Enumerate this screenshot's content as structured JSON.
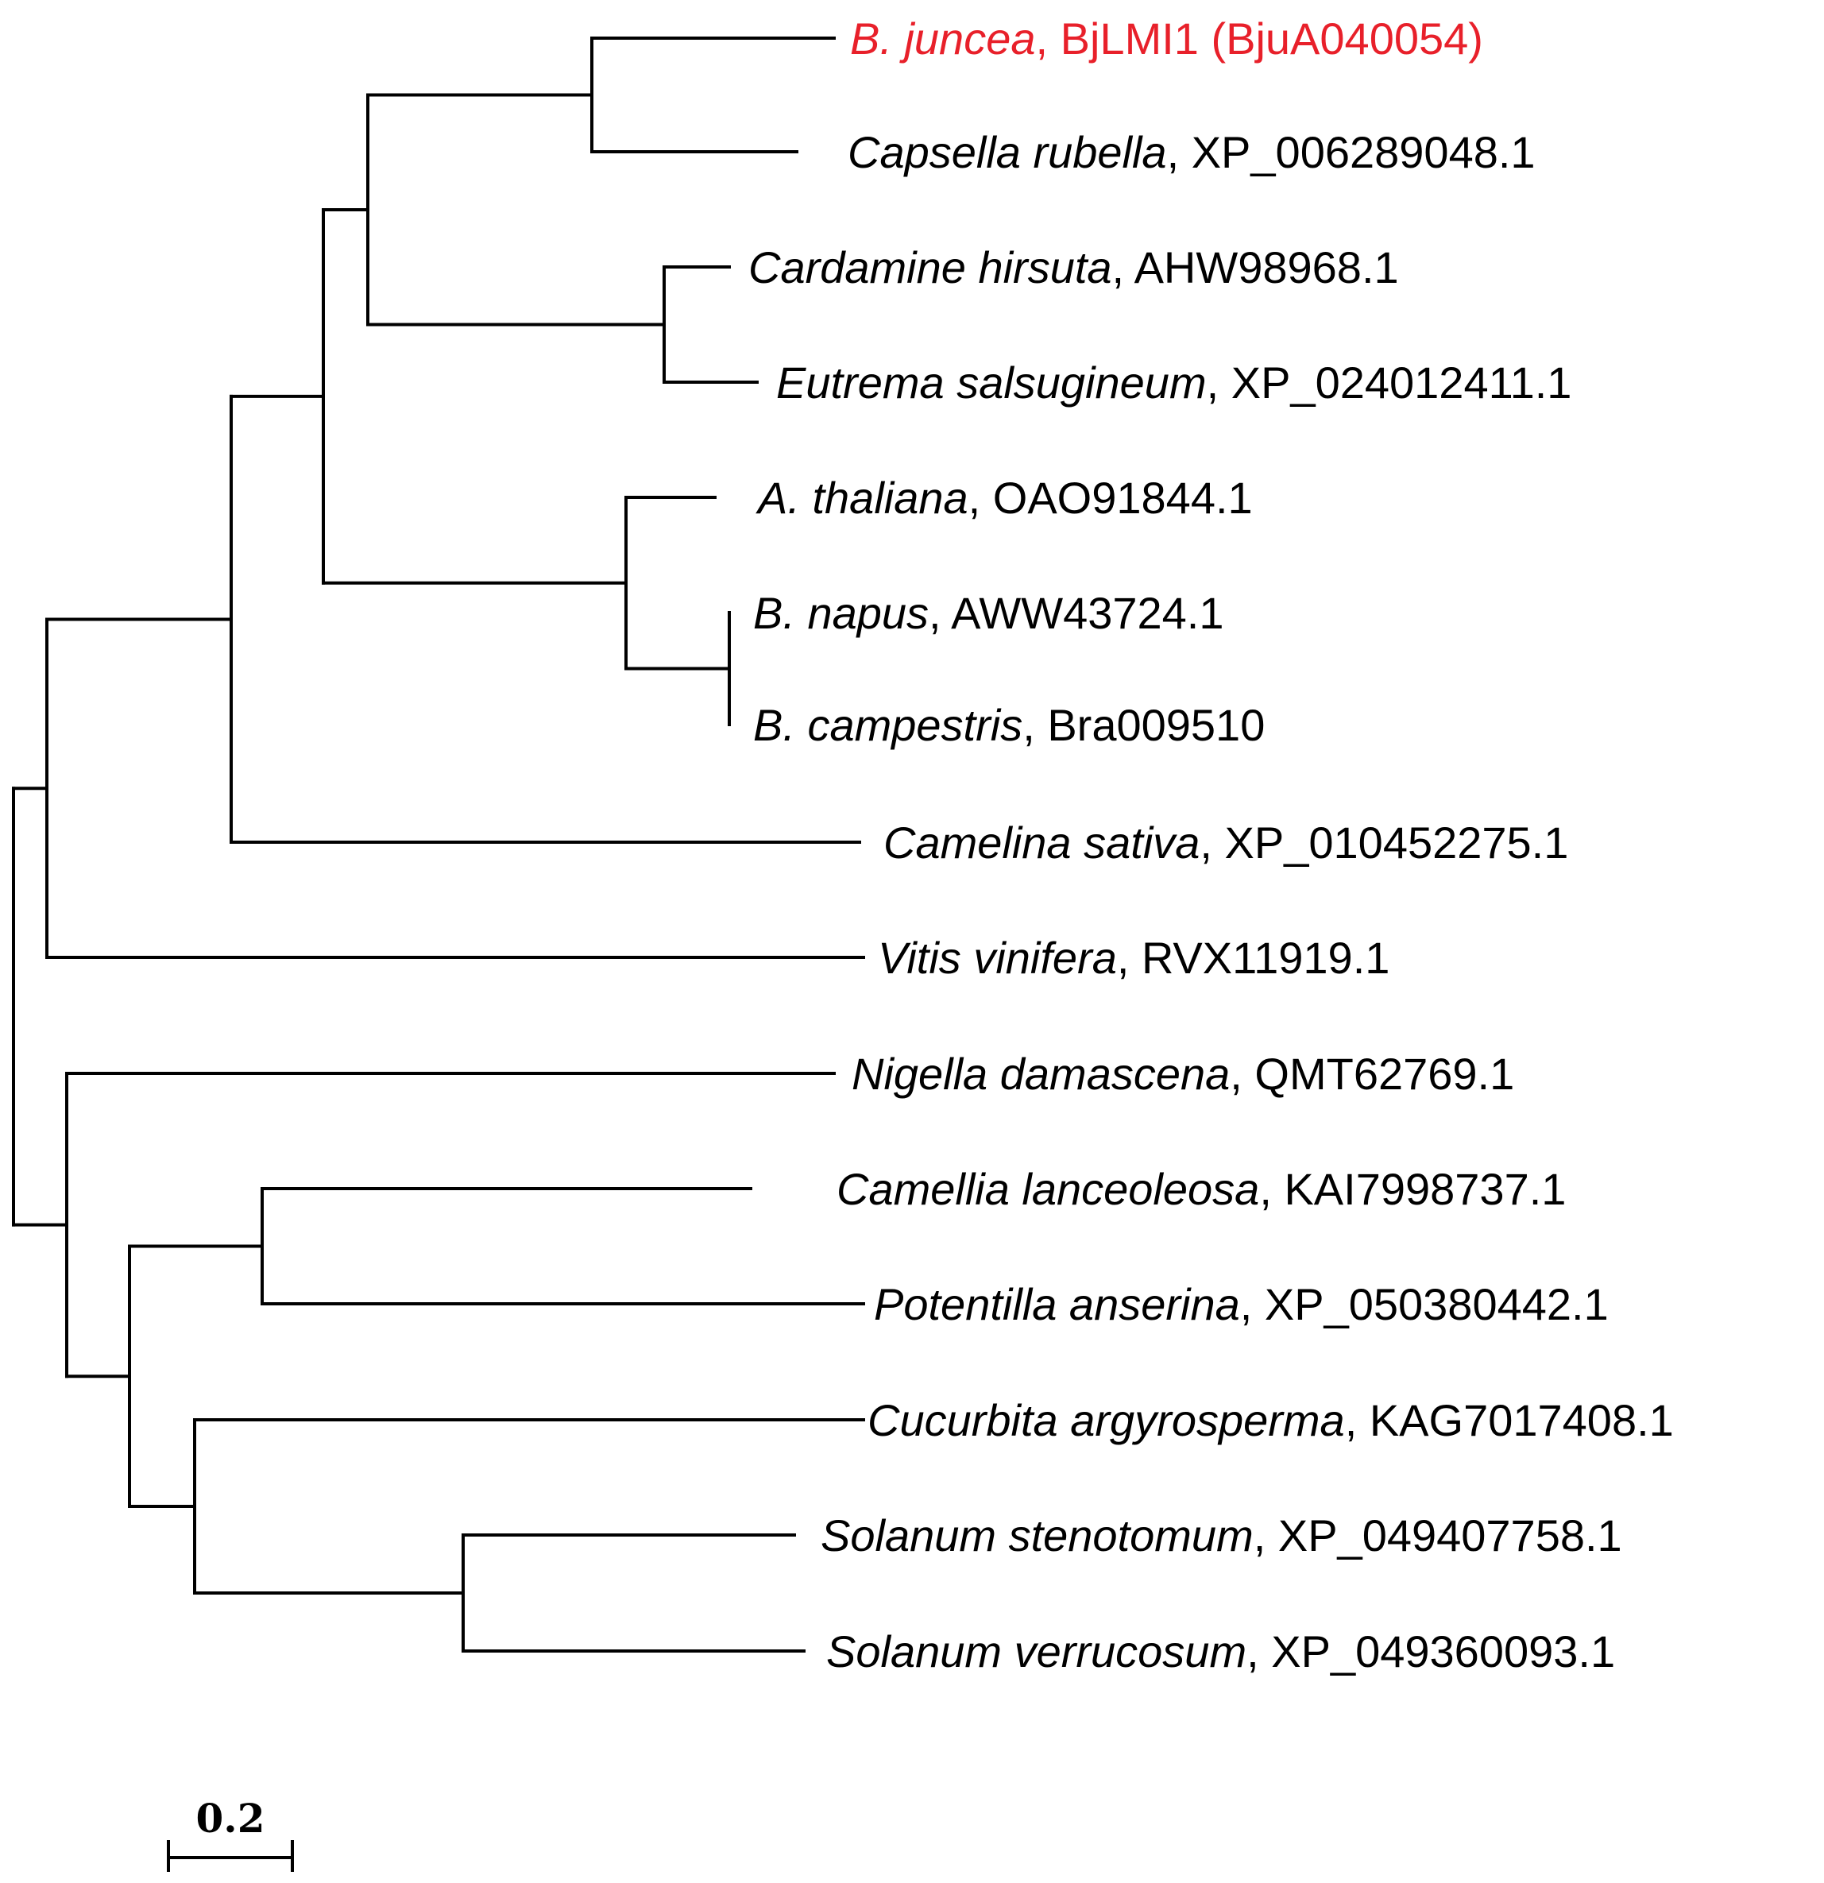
{
  "tree": {
    "highlight_color": "#e8202a",
    "line_color": "#000000",
    "leaves": [
      {
        "id": "bjuncea",
        "species": "B. juncea",
        "accession": "BjLMI1 (BjuA040054)",
        "highlight": true
      },
      {
        "id": "capsella",
        "species": "Capsella rubella",
        "accession": "XP_006289048.1",
        "highlight": false
      },
      {
        "id": "cardamine",
        "species": "Cardamine hirsuta",
        "accession": "AHW98968.1",
        "highlight": false
      },
      {
        "id": "eutrema",
        "species": "Eutrema salsugineum",
        "accession": "XP_024012411.1",
        "highlight": false
      },
      {
        "id": "athaliana",
        "species": "A. thaliana",
        "accession": "OAO91844.1",
        "highlight": false
      },
      {
        "id": "bnapus",
        "species": "B. napus",
        "accession": "AWW43724.1",
        "highlight": false
      },
      {
        "id": "bcampestris",
        "species": "B. campestris",
        "accession": "Bra009510",
        "highlight": false
      },
      {
        "id": "camelina",
        "species": "Camelina sativa",
        "accession": "XP_010452275.1",
        "highlight": false
      },
      {
        "id": "vitis",
        "species": "Vitis vinifera",
        "accession": "RVX11919.1",
        "highlight": false
      },
      {
        "id": "nigella",
        "species": "Nigella damascena",
        "accession": "QMT62769.1",
        "highlight": false
      },
      {
        "id": "camellia",
        "species": "Camellia lanceoleosa",
        "accession": "KAI7998737.1",
        "highlight": false
      },
      {
        "id": "potentilla",
        "species": "Potentilla anserina",
        "accession": "XP_050380442.1",
        "highlight": false
      },
      {
        "id": "cucurbita",
        "species": "Cucurbita argyrosperma",
        "accession": "KAG7017408.1",
        "highlight": false
      },
      {
        "id": "solstenotomum",
        "species": "Solanum stenotomum",
        "accession": "XP_049407758.1",
        "highlight": false
      },
      {
        "id": "solverrucosum",
        "species": "Solanum verrucosum",
        "accession": "XP_049360093.1",
        "highlight": false
      }
    ],
    "scale_bar": {
      "label": "0.2",
      "value": 0.2
    }
  }
}
